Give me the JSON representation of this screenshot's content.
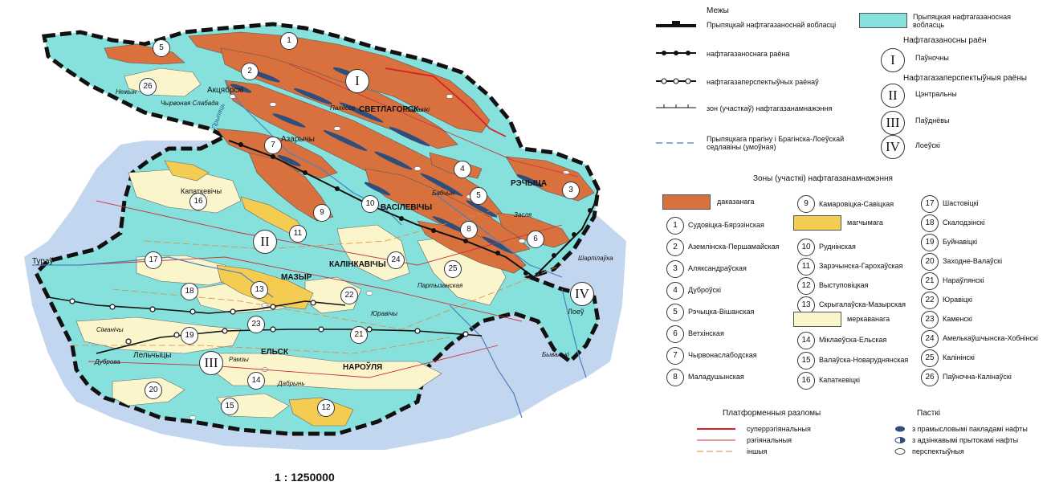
{
  "map": {
    "scale": "1 : 1250000",
    "region_labels": {
      "svetlagorsk": "СВЕТЛАГОРСК",
      "rechytsa": "РЭЧЫЦА",
      "vasilevichy": "ВАСІЛЕВІЧЫ",
      "kalinkavichy": "КАЛІНКАВІЧЫ",
      "mazyr": "МАЗЫР",
      "elsk": "ЕЛЬСК",
      "naroulia": "НАРОЎЛЯ",
      "lelchytsy": "Лельчыцы",
      "turau": "Тураў",
      "aktsyabrski": "Акцябрскі",
      "azarychy": "Азарычы",
      "kapatkevichy": "Капаткевічы",
      "loeu": "Лоеў",
      "nezhyn": "Нежын",
      "chyrvonaia_slabada": "Чырвоная Слабада",
      "palesse": "Палессе",
      "baravikі": "Баравікі",
      "babchyn": "Бабчын",
      "zaslia": "Засля",
      "sharpilauka": "Шарпілаўка",
      "partyzanskaia": "Партызанская",
      "yuravichy": "Юравічы",
      "simanichy": "Сіманічы",
      "dubrova": "Дуброва",
      "ramzhy": "Рамзы",
      "dabrun": "Дабрынь",
      "byvalki": "Бывалькі",
      "prypiats_river": "Прыпяць"
    },
    "roman_labels": [
      "I",
      "II",
      "III",
      "IV"
    ],
    "zone_numbers": [
      "1",
      "2",
      "3",
      "4",
      "5",
      "6",
      "7",
      "8",
      "9",
      "10",
      "11",
      "12",
      "13",
      "14",
      "15",
      "16",
      "17",
      "18",
      "19",
      "20",
      "21",
      "22",
      "23",
      "24",
      "25",
      "26"
    ]
  },
  "legend": {
    "boundaries_title": "Межы",
    "boundary_items": [
      "Прыпяцкай нафтагазаноснай вобласці",
      "нафтагазаноснага раёна",
      "нафтагазаперспектыўных раёнаў",
      "зон (участкаў) нафтагазанамнажэння",
      "Прыпяцкага прагіну і Брагінска-Лоеўскай седлавіны (умоўная)"
    ],
    "region_fill_label": "Прыпяцкая нафтагазаносная вобласць",
    "oil_district_title": "Нафтагазаносны раён",
    "oil_district_item": {
      "numeral": "I",
      "label": "Паўночны"
    },
    "prospective_title": "Нафтагазаперспектыўныя раёны",
    "prospective_items": [
      {
        "numeral": "II",
        "label": "Цэнтральны"
      },
      {
        "numeral": "III",
        "label": "Паўднёвы"
      },
      {
        "numeral": "IV",
        "label": "Лоеўскі"
      }
    ],
    "zones_title": "Зоны (участкі) нафтагазанамнажэння",
    "proven_label": "даказанага",
    "probable_label": "магчымага",
    "speculative_label": "меркаванага",
    "zones_col1": [
      {
        "n": "1",
        "label": "Судовіцка-Бярэзінская"
      },
      {
        "n": "2",
        "label": "Аземлінска-Першамайская"
      },
      {
        "n": "3",
        "label": "Аляксандраўская"
      },
      {
        "n": "4",
        "label": "Дуброўскі"
      },
      {
        "n": "5",
        "label": "Рэчыцка-Вішанская"
      },
      {
        "n": "6",
        "label": "Ветхінская"
      },
      {
        "n": "7",
        "label": "Чырвонаслабодская"
      },
      {
        "n": "8",
        "label": "Маладушынская"
      }
    ],
    "zones_col2a": [
      {
        "n": "9",
        "label": "Камаровіцка-Савіцкая"
      }
    ],
    "zones_col2b": [
      {
        "n": "10",
        "label": "Руднінская"
      },
      {
        "n": "11",
        "label": "Зарэчынска-Гарохаўская"
      },
      {
        "n": "12",
        "label": "Выступовіцкая"
      },
      {
        "n": "13",
        "label": "Скрыгалаўска-Мазырская"
      }
    ],
    "zones_col2c": [
      {
        "n": "14",
        "label": "Міклаеўска-Ельская"
      },
      {
        "n": "15",
        "label": "Валаўска-Новаруднянская"
      },
      {
        "n": "16",
        "label": "Капаткевіцкі"
      }
    ],
    "zones_col3": [
      {
        "n": "17",
        "label": "Шастовіцкі"
      },
      {
        "n": "18",
        "label": "Скалодзінскі"
      },
      {
        "n": "19",
        "label": "Буйнавіцкі"
      },
      {
        "n": "20",
        "label": "Заходне-Валаўскі"
      },
      {
        "n": "21",
        "label": "Нараўлянскі"
      },
      {
        "n": "22",
        "label": "Юравіцкі"
      },
      {
        "n": "23",
        "label": "Каменскі"
      },
      {
        "n": "24",
        "label": "Амелькаўшчынска-Хобнінскі"
      },
      {
        "n": "25",
        "label": "Калінінскі"
      },
      {
        "n": "26",
        "label": "Паўночна-Калінаўскі"
      }
    ],
    "faults_title": "Платформенныя разломы",
    "fault_items": [
      "суперрэгіянальныя",
      "рэгіянальныя",
      "іншыя"
    ],
    "traps_title": "Пасткі",
    "trap_items": [
      "з прамысловымі пакладамі нафты",
      "з адзінкавымі прытокамі нафты",
      "перспектыўныя"
    ],
    "colors": {
      "region": "#86e0dc",
      "proven": "#d9713f",
      "probable": "#f4cc52",
      "speculative": "#fbf5cc",
      "super_fault": "#d8202a",
      "fault": "#c8323a",
      "other_fault": "#e08a3a",
      "trap": "#2f4e7a"
    }
  }
}
